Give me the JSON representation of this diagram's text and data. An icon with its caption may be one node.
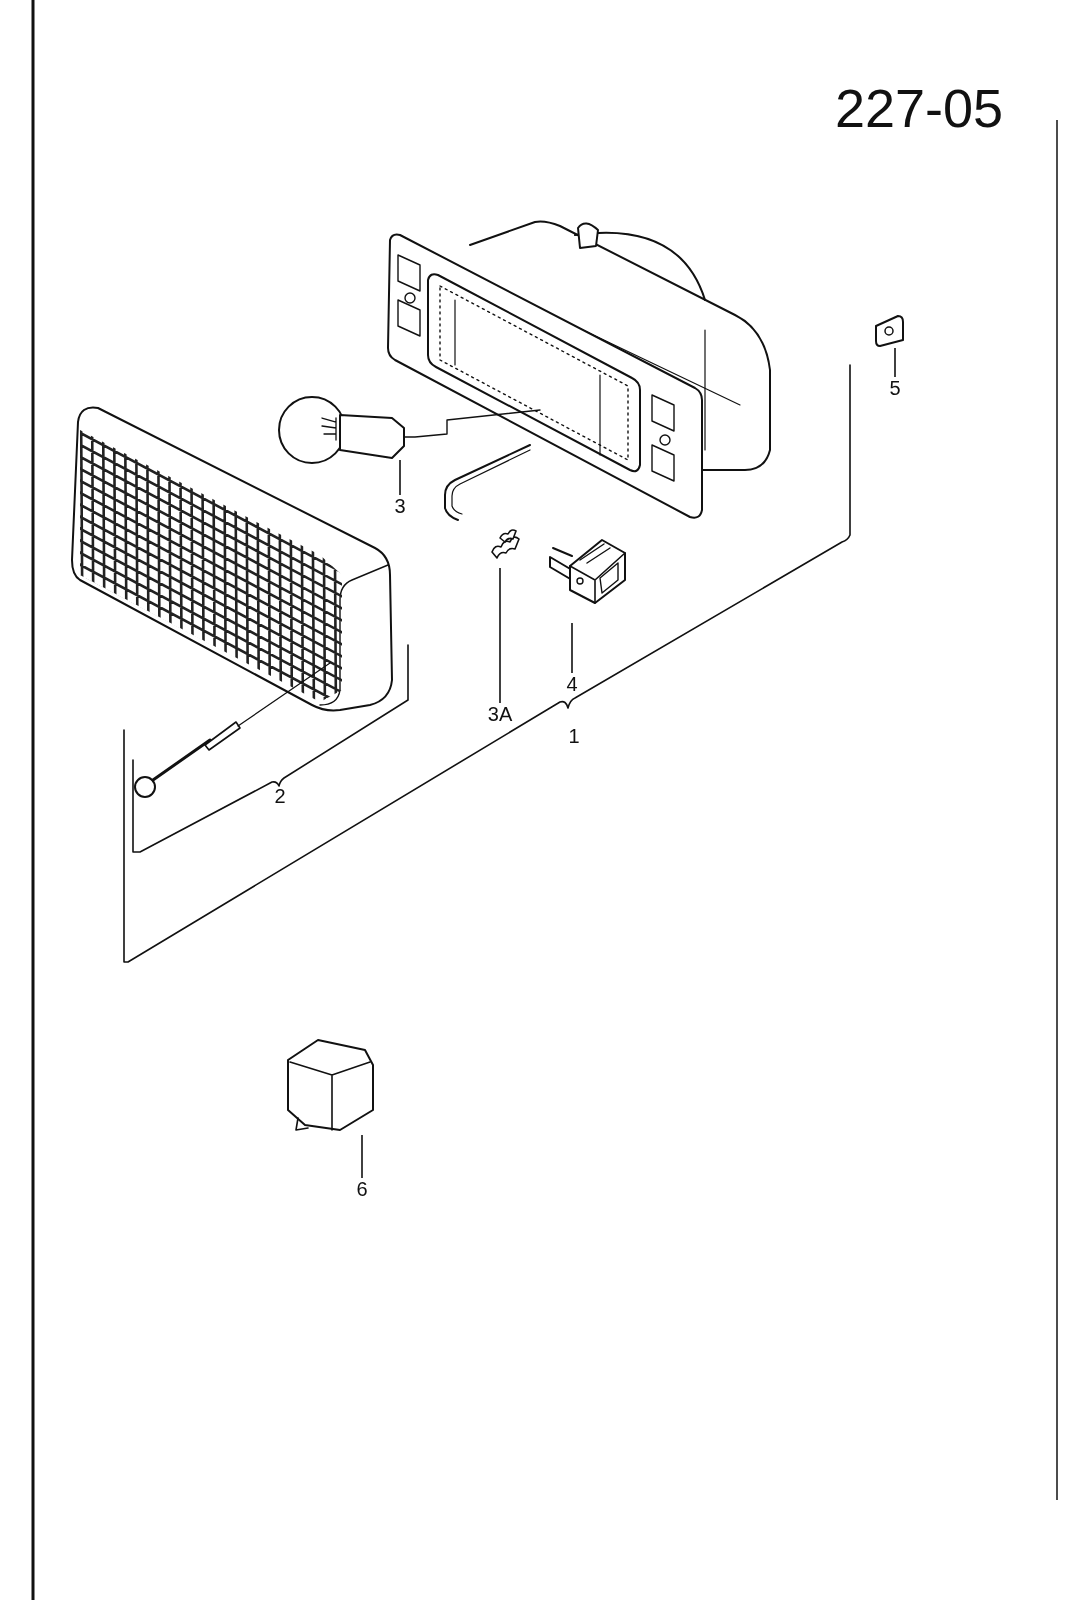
{
  "diagram": {
    "title": "227-05",
    "nodes": [
      {
        "text": [],
        "shape": "picture"
      },
      {
        "text": [],
        "shape": "picture"
      },
      {
        "text": [],
        "shape": "picture"
      },
      {
        "text": [],
        "shape": "picture"
      },
      {
        "text": [],
        "shape": "picture"
      },
      {
        "text": [],
        "shape": "picture"
      },
      {
        "text": [],
        "shape": "picture"
      },
      {
        "text": [],
        "shape": "picture"
      },
      {
        "text": [
          "3"
        ]
      },
      {
        "text": [
          "3A"
        ]
      },
      {
        "text": [
          "4"
        ]
      },
      {
        "text": [
          "5"
        ]
      },
      {
        "text": [
          "6"
        ]
      }
    ],
    "edges": [
      {
        "from": 8,
        "to": 2,
        "arrow": "none"
      },
      {
        "from": 9,
        "to": 4,
        "arrow": "none"
      },
      {
        "from": 10,
        "to": 5,
        "arrow": "none"
      },
      {
        "from": 11,
        "to": 6,
        "arrow": "none"
      },
      {
        "from": 12,
        "to": 7,
        "arrow": "none"
      }
    ],
    "labels": [
      "1",
      "2"
    ]
  }
}
